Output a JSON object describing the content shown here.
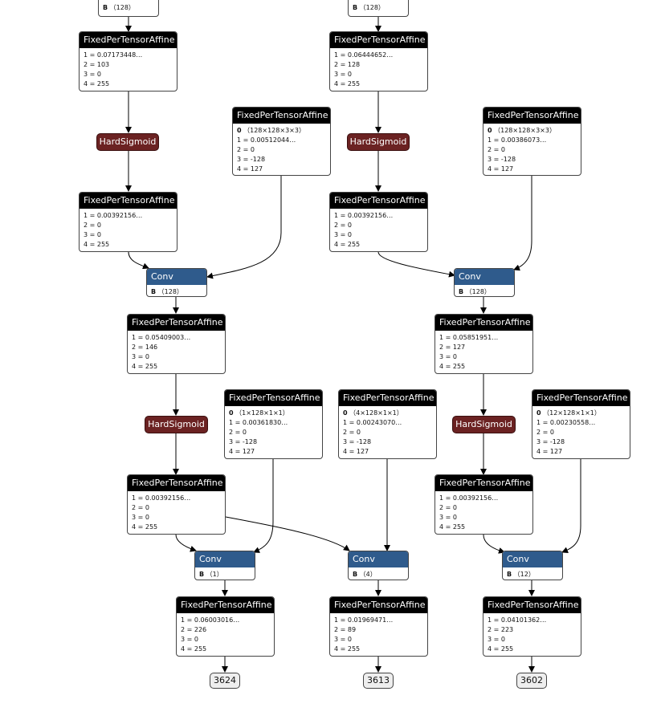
{
  "nodes": {
    "topB_left": {
      "title": "",
      "rows": [
        {
          "k": "B",
          "v": "（128）"
        }
      ]
    },
    "topB_right": {
      "title": "",
      "rows": [
        {
          "k": "B",
          "v": "（128）"
        }
      ]
    },
    "fpta_top_left": {
      "title": "FixedPerTensorAffine",
      "rows": [
        {
          "v": "1 = 0.07173448…"
        },
        {
          "v": "2 = 103"
        },
        {
          "v": "3 = 0"
        },
        {
          "v": "4 = 255"
        }
      ]
    },
    "fpta_top_right": {
      "title": "FixedPerTensorAffine",
      "rows": [
        {
          "v": "1 = 0.06444652…"
        },
        {
          "v": "2 = 128"
        },
        {
          "v": "3 = 0"
        },
        {
          "v": "4 = 255"
        }
      ]
    },
    "fpta_w1_left": {
      "title": "FixedPerTensorAffine",
      "rows": [
        {
          "k": "0",
          "v": "（128×128×3×3）"
        },
        {
          "v": "1 = 0.00512044…"
        },
        {
          "v": "2 = 0"
        },
        {
          "v": "3 = -128"
        },
        {
          "v": "4 = 127"
        }
      ]
    },
    "fpta_w1_right": {
      "title": "FixedPerTensorAffine",
      "rows": [
        {
          "k": "0",
          "v": "（128×128×3×3）"
        },
        {
          "v": "1 = 0.00386073…"
        },
        {
          "v": "2 = 0"
        },
        {
          "v": "3 = -128"
        },
        {
          "v": "4 = 127"
        }
      ]
    },
    "fpta_hs1_left": {
      "title": "FixedPerTensorAffine",
      "rows": [
        {
          "v": "1 = 0.00392156…"
        },
        {
          "v": "2 = 0"
        },
        {
          "v": "3 = 0"
        },
        {
          "v": "4 = 255"
        }
      ]
    },
    "fpta_hs1_right": {
      "title": "FixedPerTensorAffine",
      "rows": [
        {
          "v": "1 = 0.00392156…"
        },
        {
          "v": "2 = 0"
        },
        {
          "v": "3 = 0"
        },
        {
          "v": "4 = 255"
        }
      ]
    },
    "conv1_left": {
      "title": "Conv",
      "rows": [
        {
          "k": "B",
          "v": "（128）"
        }
      ]
    },
    "conv1_right": {
      "title": "Conv",
      "rows": [
        {
          "k": "B",
          "v": "（128）"
        }
      ]
    },
    "fpta_mid_left": {
      "title": "FixedPerTensorAffine",
      "rows": [
        {
          "v": "1 = 0.05409003…"
        },
        {
          "v": "2 = 146"
        },
        {
          "v": "3 = 0"
        },
        {
          "v": "4 = 255"
        }
      ]
    },
    "fpta_mid_right": {
      "title": "FixedPerTensorAffine",
      "rows": [
        {
          "v": "1 = 0.05851951…"
        },
        {
          "v": "2 = 127"
        },
        {
          "v": "3 = 0"
        },
        {
          "v": "4 = 255"
        }
      ]
    },
    "fpta_w2_a": {
      "title": "FixedPerTensorAffine",
      "rows": [
        {
          "k": "0",
          "v": "（1×128×1×1）"
        },
        {
          "v": "1 = 0.00361830…"
        },
        {
          "v": "2 = 0"
        },
        {
          "v": "3 = -128"
        },
        {
          "v": "4 = 127"
        }
      ]
    },
    "fpta_w2_b": {
      "title": "FixedPerTensorAffine",
      "rows": [
        {
          "k": "0",
          "v": "（4×128×1×1）"
        },
        {
          "v": "1 = 0.00243070…"
        },
        {
          "v": "2 = 0"
        },
        {
          "v": "3 = -128"
        },
        {
          "v": "4 = 127"
        }
      ]
    },
    "fpta_w2_c": {
      "title": "FixedPerTensorAffine",
      "rows": [
        {
          "k": "0",
          "v": "（12×128×1×1）"
        },
        {
          "v": "1 = 0.00230558…"
        },
        {
          "v": "2 = 0"
        },
        {
          "v": "3 = -128"
        },
        {
          "v": "4 = 127"
        }
      ]
    },
    "fpta_hs2_left": {
      "title": "FixedPerTensorAffine",
      "rows": [
        {
          "v": "1 = 0.00392156…"
        },
        {
          "v": "2 = 0"
        },
        {
          "v": "3 = 0"
        },
        {
          "v": "4 = 255"
        }
      ]
    },
    "fpta_hs2_right": {
      "title": "FixedPerTensorAffine",
      "rows": [
        {
          "v": "1 = 0.00392156…"
        },
        {
          "v": "2 = 0"
        },
        {
          "v": "3 = 0"
        },
        {
          "v": "4 = 255"
        }
      ]
    },
    "conv2_a": {
      "title": "Conv",
      "rows": [
        {
          "k": "B",
          "v": "（1）"
        }
      ]
    },
    "conv2_b": {
      "title": "Conv",
      "rows": [
        {
          "k": "B",
          "v": "（4）"
        }
      ]
    },
    "conv2_c": {
      "title": "Conv",
      "rows": [
        {
          "k": "B",
          "v": "（12）"
        }
      ]
    },
    "fpta_out_a": {
      "title": "FixedPerTensorAffine",
      "rows": [
        {
          "v": "1 = 0.06003016…"
        },
        {
          "v": "2 = 226"
        },
        {
          "v": "3 = 0"
        },
        {
          "v": "4 = 255"
        }
      ]
    },
    "fpta_out_b": {
      "title": "FixedPerTensorAffine",
      "rows": [
        {
          "v": "1 = 0.01969471…"
        },
        {
          "v": "2 = 89"
        },
        {
          "v": "3 = 0"
        },
        {
          "v": "4 = 255"
        }
      ]
    },
    "fpta_out_c": {
      "title": "FixedPerTensorAffine",
      "rows": [
        {
          "v": "1 = 0.04101362…"
        },
        {
          "v": "2 = 223"
        },
        {
          "v": "3 = 0"
        },
        {
          "v": "4 = 255"
        }
      ]
    }
  },
  "activations": {
    "hs1_left": "HardSigmoid",
    "hs1_right": "HardSigmoid",
    "hs2_left": "HardSigmoid",
    "hs2_right": "HardSigmoid"
  },
  "outputs": {
    "out_a": "3624",
    "out_b": "3613",
    "out_c": "3602"
  }
}
